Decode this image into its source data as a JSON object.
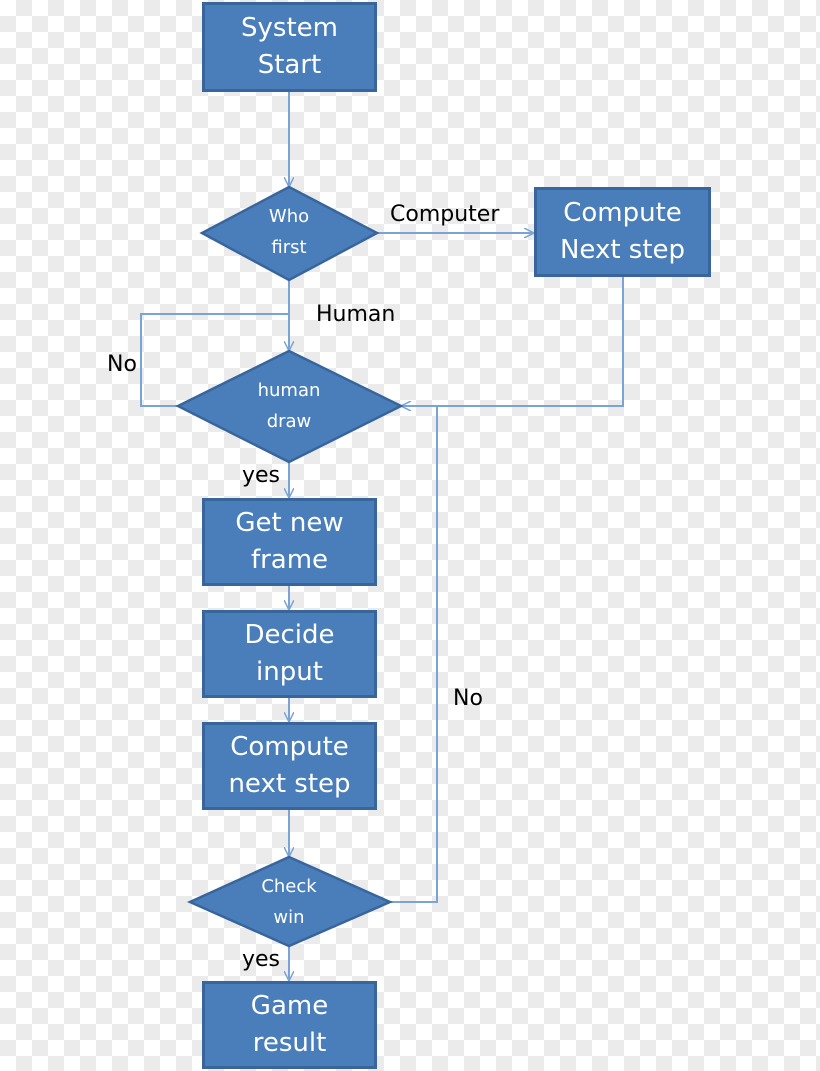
{
  "nodes": {
    "system_start": [
      "System",
      "Start"
    ],
    "who_first": [
      "Who",
      "first"
    ],
    "compute_next_step_computer": [
      "Compute",
      "Next step"
    ],
    "human_draw": [
      "human",
      "draw"
    ],
    "get_new_frame": [
      "Get new",
      "frame"
    ],
    "decide_input": [
      "Decide",
      "input"
    ],
    "compute_next_step": [
      "Compute",
      "next step"
    ],
    "check_win": [
      "Check",
      "win"
    ],
    "game_result": [
      "Game",
      "result"
    ]
  },
  "edges": {
    "computer": "Computer",
    "human": "Human",
    "no_loop": "No",
    "yes_draw": "yes",
    "no_check": "No",
    "yes_win": "yes"
  },
  "colors": {
    "node_fill": "#4a7ebb",
    "node_border": "#38659c",
    "connector": "#7aa3d6"
  }
}
